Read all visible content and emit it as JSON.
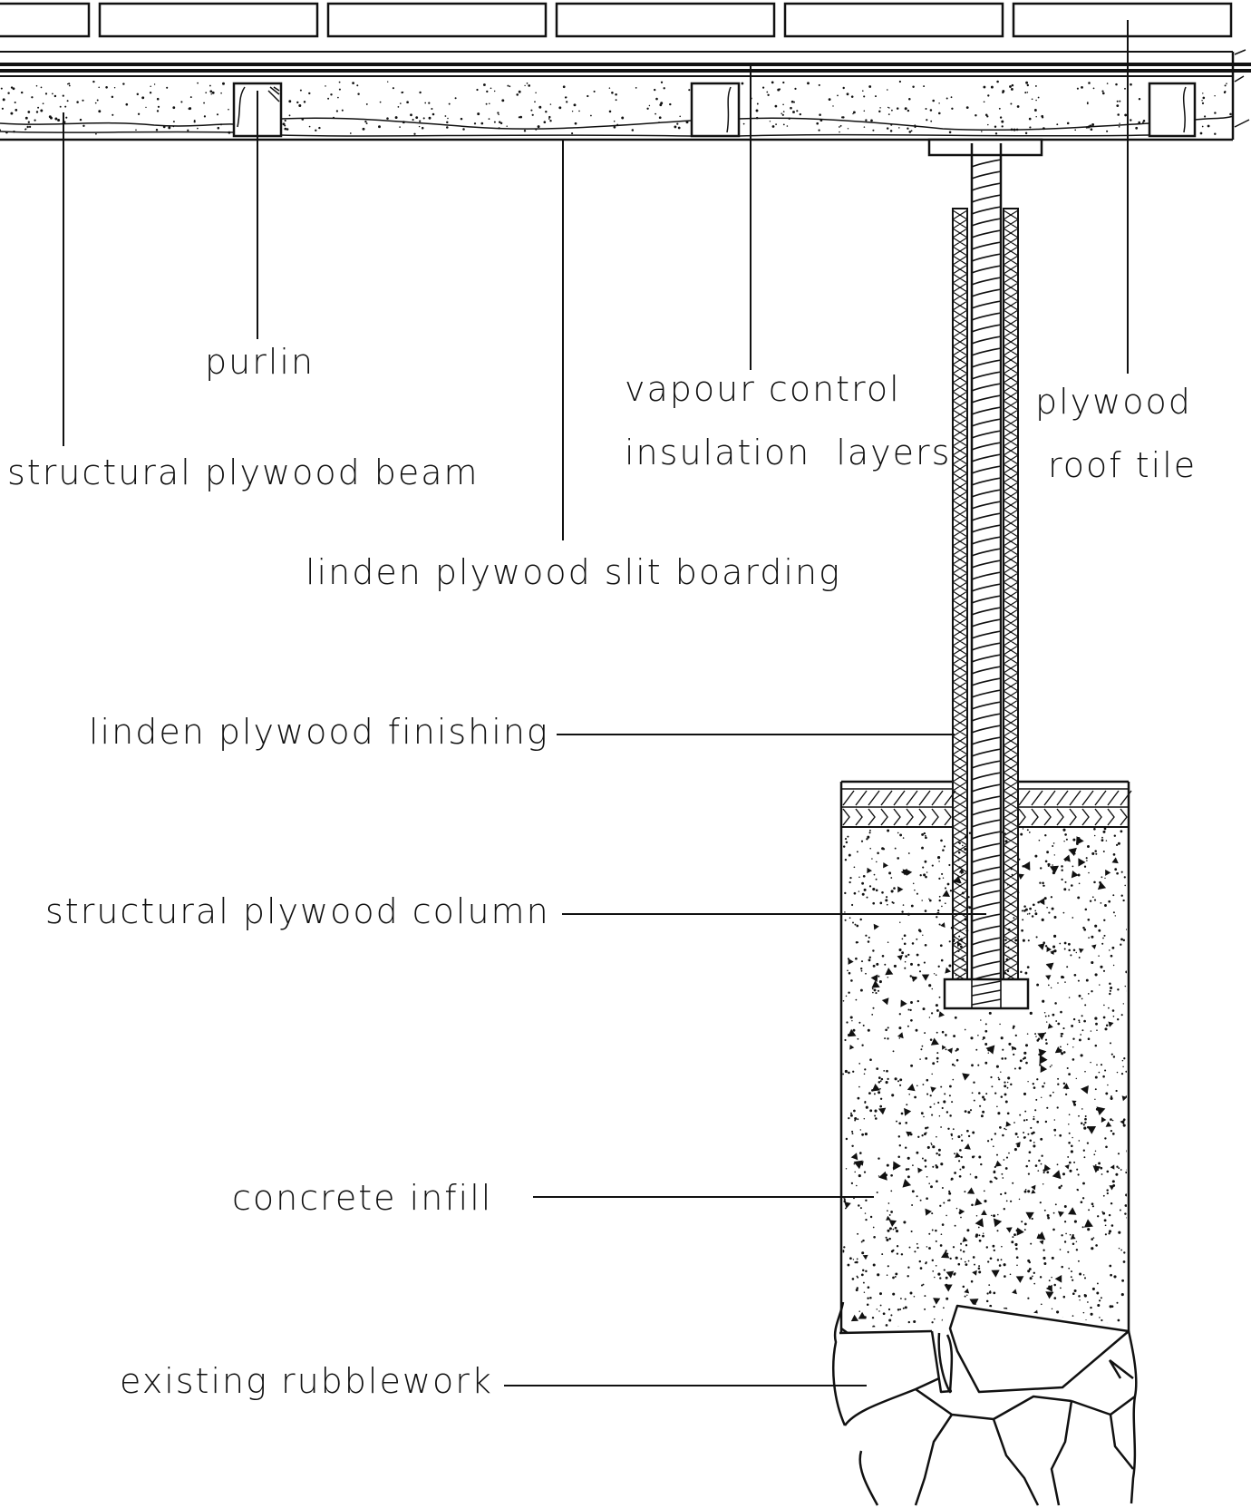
{
  "labels": {
    "purlin": "purlin",
    "structural_plywood_beam": "structural plywood beam",
    "linden_plywood_slit_boarding": "linden plywood slit boarding",
    "vapour_control": "vapour control",
    "insulation_layers": "insulation  layers",
    "plywood": "plywood",
    "roof_tile": "roof tile",
    "linden_plywood_finishing": "linden plywood finishing",
    "structural_plywood_column": "structural plywood column",
    "concrete_infill": "concrete infill",
    "existing_rubblework": "existing rubblework"
  },
  "colors": {
    "ink": "#111111",
    "background": "#ffffff"
  }
}
